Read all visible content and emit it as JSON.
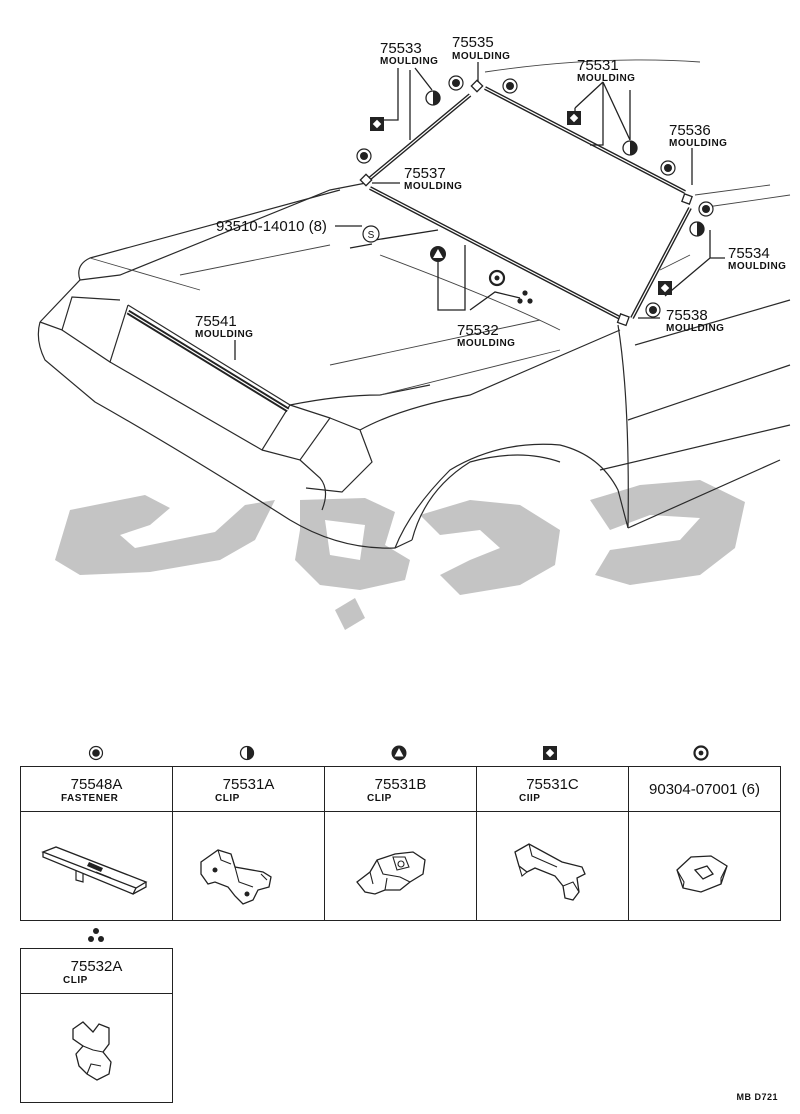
{
  "labels": {
    "p75533": {
      "num": "75533",
      "name": "MOULDING"
    },
    "p75535": {
      "num": "75535",
      "name": "MOULDING"
    },
    "p75531": {
      "num": "75531",
      "name": "MOULDING"
    },
    "p75536": {
      "num": "75536",
      "name": "MOULDING"
    },
    "p75537": {
      "num": "75537",
      "name": "MOULDING"
    },
    "p93510": {
      "num": "93510-14010 (8)"
    },
    "p75534": {
      "num": "75534",
      "name": "MOULDING"
    },
    "p75541": {
      "num": "75541",
      "name": "MOULDING"
    },
    "p75532": {
      "num": "75532",
      "name": "MOULDING"
    },
    "p75538": {
      "num": "75538",
      "name": "MOULDING"
    }
  },
  "table": [
    {
      "num": "75548A",
      "name": "FASTENER",
      "symbol": "filled-circle-icon"
    },
    {
      "num": "75531A",
      "name": "CLIP",
      "symbol": "half-circle-icon"
    },
    {
      "num": "75531B",
      "name": "CLIP",
      "symbol": "triangle-circle-icon"
    },
    {
      "num": "75531C",
      "name": "CIIP",
      "symbol": "diamond-square-icon"
    },
    {
      "num": "90304-07001 (6)",
      "name": "",
      "symbol": "ring-circle-icon"
    }
  ],
  "extra": {
    "num": "75532A",
    "name": "CLIP",
    "symbol": "tri-dot-icon"
  },
  "code": "MB D721",
  "s_marker": "S"
}
